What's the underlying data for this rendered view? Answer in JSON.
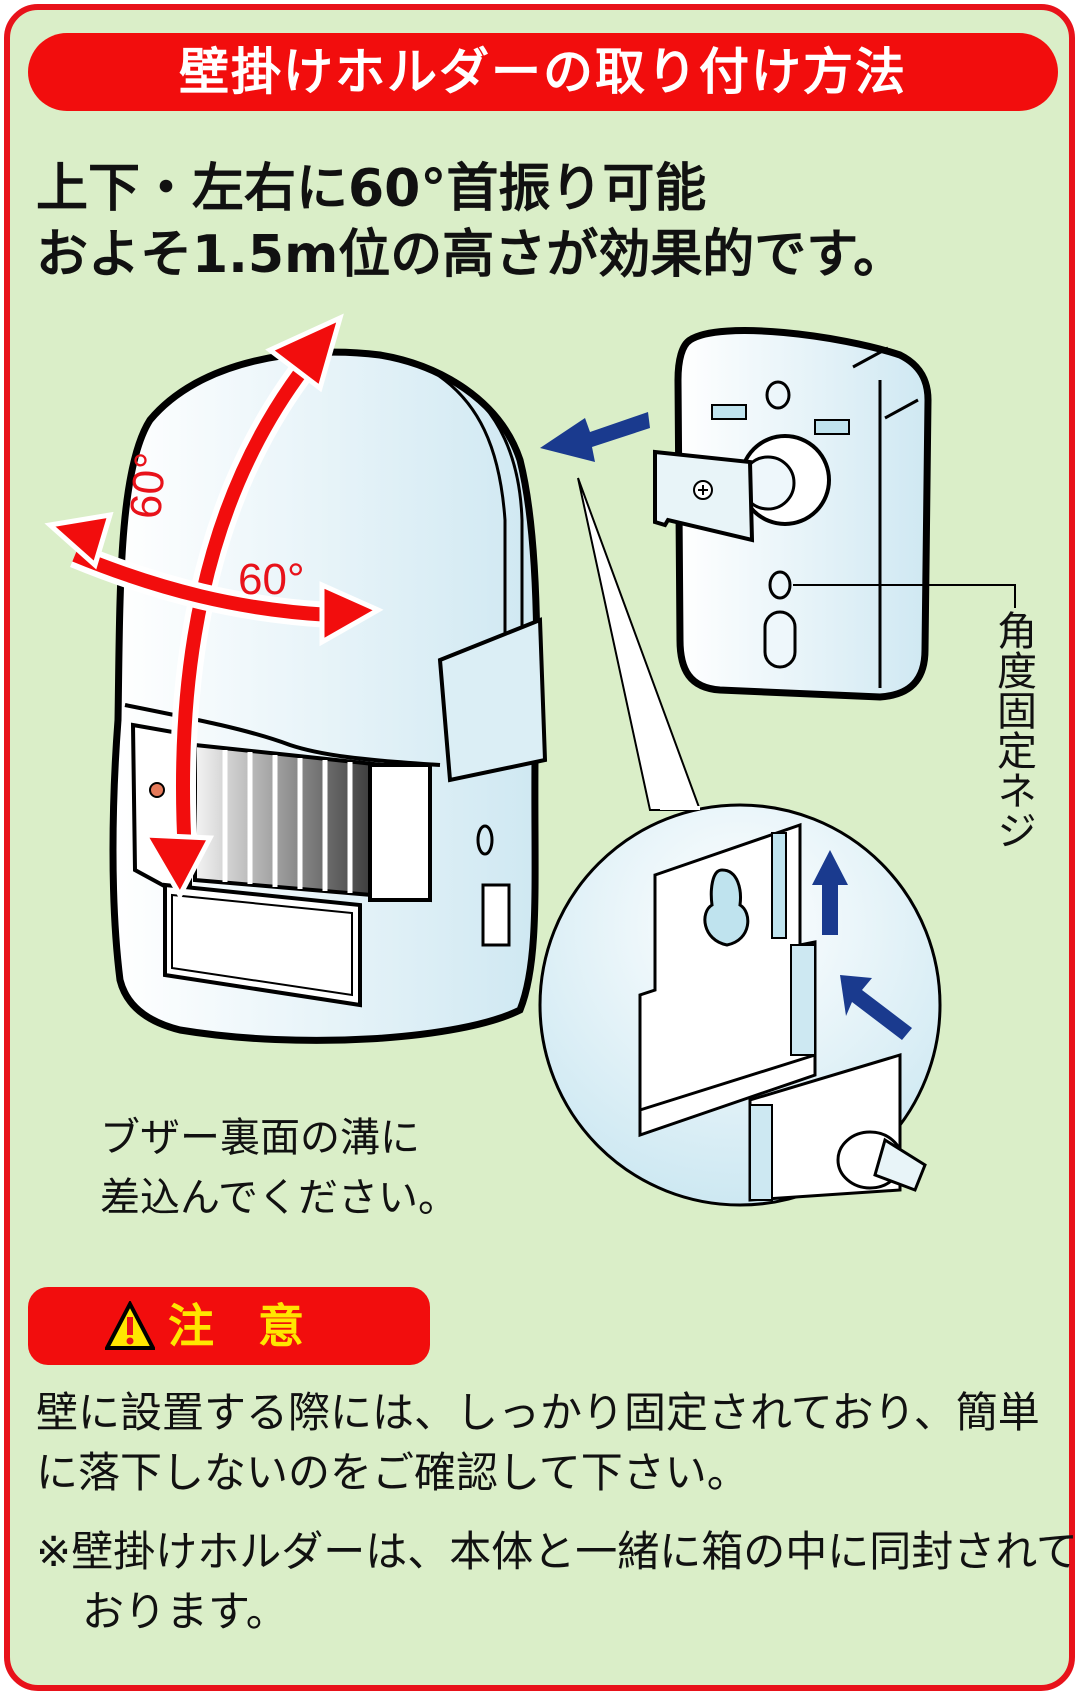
{
  "title": "壁掛けホルダーの取り付け方法",
  "headline": {
    "line1": "上下・左右に60°首振り可能",
    "line2": "およそ1.5m位の高さが効果的です。"
  },
  "illustration": {
    "angle_vertical_label": "60°",
    "angle_horizontal_label": "60°",
    "screw_label": "角度固定ネジ",
    "instruction_line1": "ブザー裏面の溝に",
    "instruction_line2": "差込んでください。"
  },
  "caution": {
    "icon": "warning-triangle-icon",
    "label": "注意",
    "text": "壁に設置する際には、しっかり固定されており、簡単に落下しないのをご確認して下さい。",
    "note": "※壁掛けホルダーは、本体と一緒に箱の中に同封されております。"
  },
  "colors": {
    "frame_red": "#e8121a",
    "background_green": "#daeec8",
    "arrow_red": "#f20d0d",
    "arrow_blue": "#1a3a8e",
    "caution_yellow": "#ffe600"
  }
}
